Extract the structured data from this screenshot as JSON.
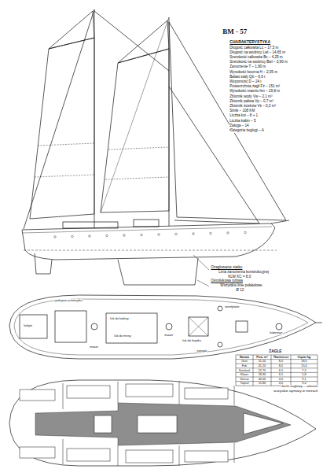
{
  "diagram": {
    "title": "BM - 57",
    "labels": [
      "CHARAKTERYSTYKA",
      "Długość całkowita Lc – 17,5 m",
      "Długość na wodnicy Lwl – 14,65 m",
      "Szerokość całkowita Bc – 4,25 m",
      "Szerokość na wodnicy Bwl – 3,90 m",
      "Zanurzenie T – 1,80 m",
      "Wysokość boczna H – 2,05 m",
      "Balast stały Qb – 9,6 t",
      "Wyporność D – 24 t",
      "Powierzchnia żagli Fż – 151 m²",
      "Wysokość masztu hm – 19,8 m",
      "Zbiornik wody Vw – 2,1 m³",
      "Zbiornik paliwa Vp – 0,7 m³",
      "Zbiornik ścieków Vś – 0,3 m³",
      "Silnik – 108 KM",
      "Liczba koi – 8 + 1",
      "Liczba kabin – 5",
      "Załoga – 14",
      "Kategoria żeglugi – A",
      "Ożaglowanie statku",
      "Linia zanurzenia konstrukcyjnej",
      "KLW KC = 8,0",
      "Ostrołukowa rufowa",
      "Wszystkie linie pokładowe",
      "Ø 12",
      "pokrywa achterpiku",
      "kokpit",
      "luk do kabiny",
      "maszt",
      "luk do mesy",
      "maszt",
      "luk do forpiku",
      "wentylator",
      "kabestan",
      "szpigat",
      "ŻAGLE",
      "Nazwa",
      "Pow. m²",
      "Tkanina oz",
      "Ciężar kg",
      "Grot",
      "51,50",
      "8,0",
      "18,5",
      "Fok",
      "41,20",
      "8,0",
      "15,0",
      "Sztaksel",
      "22,70",
      "6,5",
      "7,2",
      "Kliwer",
      "18,30",
      "6,5",
      "5,8",
      "Genua",
      "40,00",
      "4,0",
      "9,1",
      "Topsel",
      "15,80",
      "4,0",
      "3,4",
      "Jacht żaglowy – szkuner",
      "wszystkie wymiary w metrach"
    ]
  }
}
